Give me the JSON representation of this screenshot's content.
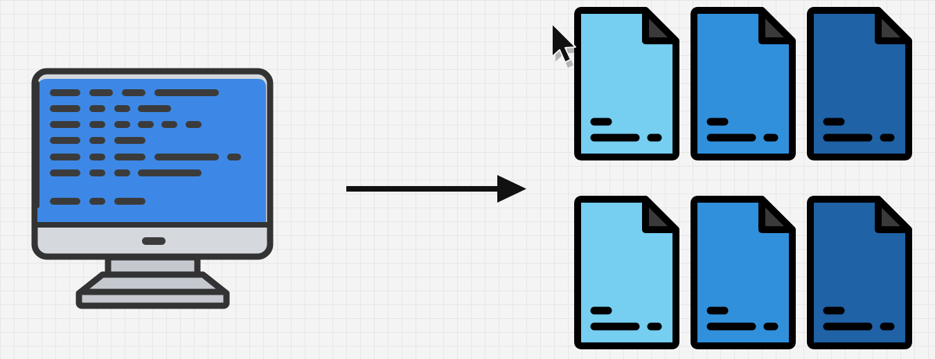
{
  "diagram": {
    "computer": {
      "icon": "computer-monitor-code-icon",
      "screen_color": "#3d88e6",
      "code_line_color": "#3b3b3b",
      "bezel_color": "#d5d8dd",
      "stand_color": "#c5c9cf",
      "outline_color": "#333333"
    },
    "arrow": {
      "icon": "right-arrow-icon",
      "color": "#111111"
    },
    "files": {
      "icon": "document-file-icon",
      "outline_color": "#000000",
      "items": [
        {
          "name": "file-light-blue-1",
          "color": "#76cef1"
        },
        {
          "name": "file-blue-1",
          "color": "#3190dc"
        },
        {
          "name": "file-dark-blue-1",
          "color": "#1f62a6"
        },
        {
          "name": "file-light-blue-2",
          "color": "#76cef1"
        },
        {
          "name": "file-blue-2",
          "color": "#3190dc"
        },
        {
          "name": "file-dark-blue-2",
          "color": "#1f62a6"
        }
      ]
    },
    "cursor": {
      "icon": "mouse-pointer-icon"
    }
  }
}
